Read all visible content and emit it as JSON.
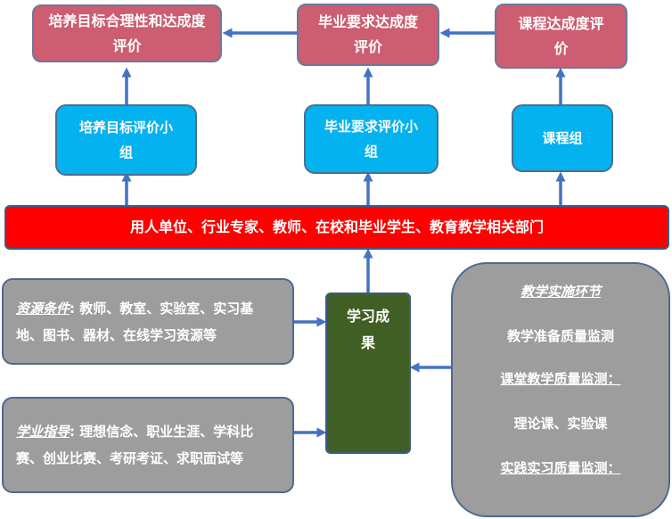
{
  "top_row": {
    "goal_evaluation": "培养目标合理性和达成度评价",
    "grad_req_evaluation": "毕业要求达成度评价",
    "course_evaluation": "课程达成度评价"
  },
  "groups": {
    "goal_group": "培养目标评价小组",
    "grad_req_group": "毕业要求评价小组",
    "course_group": "课程组"
  },
  "stakeholders_bar": "用人单位、行业专家、教师、在校和毕业学生、教育教学相关部门",
  "resources": {
    "title": "资源条件",
    "colon": ":",
    "text": "教师、教室、实验室、实习基地、图书、器材、在线学习资源等"
  },
  "guidance": {
    "title": "学业指导",
    "colon": ":",
    "text": "理想信念、职业生涯、学科比赛、创业比赛、考研考证、求职面试等"
  },
  "outcome": "学习成果",
  "teaching_panel": {
    "title": "教学实施环节",
    "item1": "教学准备质量监测",
    "item2": "课堂教学质量监测：",
    "item3": "理论课、实验课",
    "item4": "实践实习质量监测："
  },
  "colors": {
    "top_row": "#cd5d71",
    "groups": "#03b2ef",
    "stakeholders_bar": "#ff0000",
    "inputs": "#9d9d9d",
    "outcome": "#3f5f25",
    "arrows": "#4472c4"
  }
}
